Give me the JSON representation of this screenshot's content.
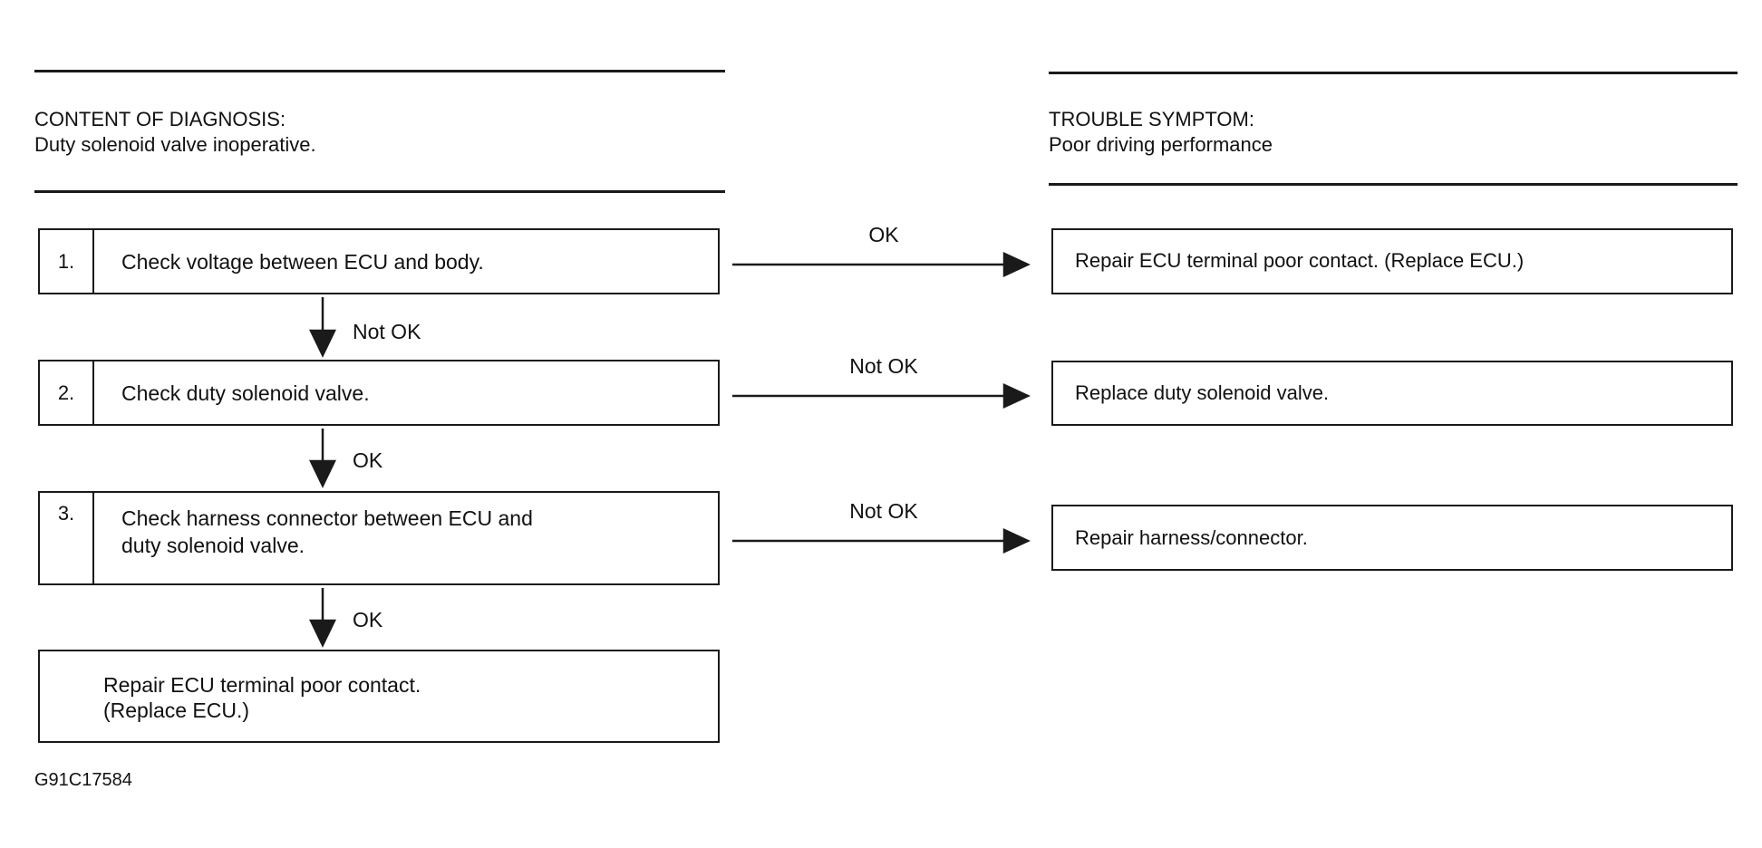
{
  "left_header": {
    "title": "CONTENT OF DIAGNOSIS:",
    "text": "Duty solenoid valve inoperative."
  },
  "right_header": {
    "title": "TROUBLE SYMPTOM:",
    "text": "Poor driving performance"
  },
  "steps": [
    {
      "number": "1.",
      "text": "Check voltage between ECU and body."
    },
    {
      "number": "2.",
      "text": "Check duty solenoid valve."
    },
    {
      "number": "3.",
      "text": "Check harness connector between ECU and",
      "text2": "duty solenoid valve."
    }
  ],
  "down_labels": [
    "Not OK",
    "OK",
    "OK"
  ],
  "right_labels": [
    "OK",
    "Not OK",
    "Not OK"
  ],
  "results": [
    "Repair ECU terminal poor contact. (Replace ECU.)",
    "Replace duty solenoid valve.",
    "Repair harness/connector."
  ],
  "final": {
    "line1": "Repair ECU terminal poor contact.",
    "line2": "(Replace ECU.)"
  },
  "figure_code": "G91C17584"
}
